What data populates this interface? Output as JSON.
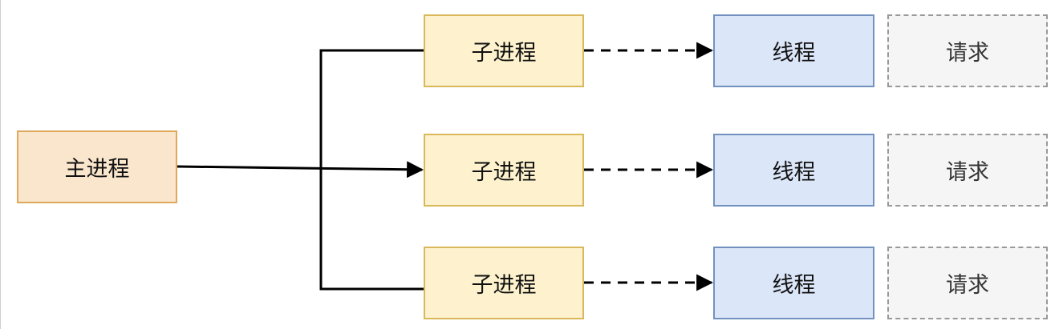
{
  "diagram": {
    "main_process": "主进程",
    "rows": [
      {
        "child": "子进程",
        "thread": "线程",
        "request": "请求"
      },
      {
        "child": "子进程",
        "thread": "线程",
        "request": "请求"
      },
      {
        "child": "子进程",
        "thread": "线程",
        "request": "请求"
      }
    ]
  },
  "colors": {
    "main_fill": "#fae5cd",
    "main_stroke": "#dfa85a",
    "child_fill": "#fdf2cd",
    "child_stroke": "#d9b85c",
    "thread_fill": "#dbe6f8",
    "thread_stroke": "#7391bf",
    "request_fill": "#f5f5f5",
    "request_stroke": "#999999"
  }
}
